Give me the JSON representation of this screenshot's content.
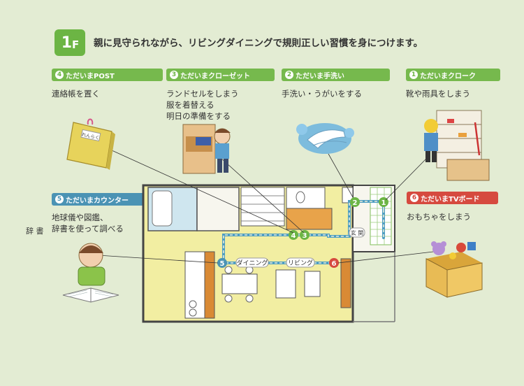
{
  "floor": {
    "num": "1",
    "unit": "F"
  },
  "heading": "親に見守られながら、リビングダイニングで規則正しい習慣を身につけます。",
  "cards": {
    "post": {
      "num": "4",
      "title": "ただいまPOST",
      "lines": [
        "連絡帳を置く"
      ],
      "book_label": "れんらく"
    },
    "closet": {
      "num": "3",
      "title": "ただいまクローゼット",
      "lines": [
        "ランドセルをしまう",
        "服を着替える",
        "明日の準備をする"
      ]
    },
    "handwash": {
      "num": "2",
      "title": "ただいま手洗い",
      "lines": [
        "手洗い・うがいをする"
      ]
    },
    "cloak": {
      "num": "1",
      "title": "ただいまクローク",
      "lines": [
        "靴や雨具をしまう"
      ]
    },
    "counter": {
      "num": "5",
      "title": "ただいまカウンター",
      "lines": [
        "地球儀や図鑑、",
        "辞書を使って調べる"
      ],
      "side_label": "辞 書"
    },
    "tvboard": {
      "num": "6",
      "title": "ただいまTVボード",
      "lines": [
        "おもちゃをしまう"
      ]
    }
  },
  "plan": {
    "labels": {
      "dining": "ダイニング",
      "living": "リビング",
      "entrance": "玄 関"
    },
    "markers": [
      "1",
      "2",
      "3",
      "4",
      "5",
      "6"
    ]
  },
  "colors": {
    "accent": "#6cb544",
    "route": "#4e9ec2",
    "blue_tag": "#4b93b4",
    "red_tag": "#d64a3f",
    "background": "#e3ecd3"
  }
}
